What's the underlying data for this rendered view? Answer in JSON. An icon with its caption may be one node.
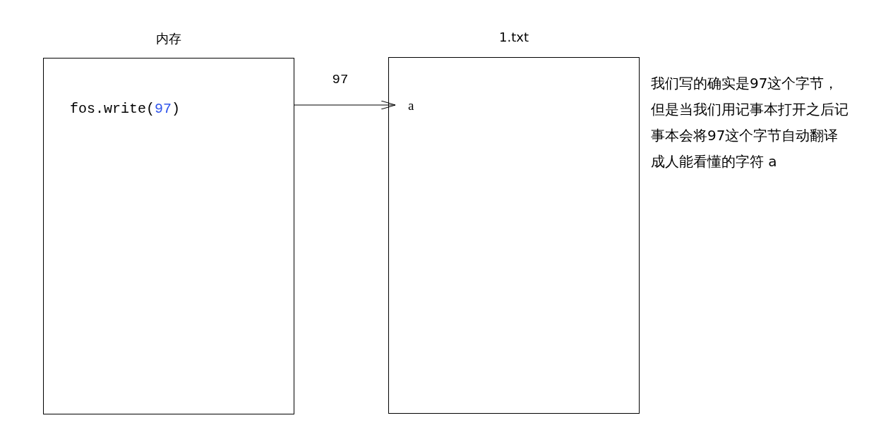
{
  "diagram": {
    "nodes": [
      {
        "text": [
          "内存"
        ]
      },
      {
        "text": [
          "fos.write(97)"
        ],
        "in": 0
      },
      {
        "text": [
          "1.txt"
        ]
      },
      {
        "text": [
          "a"
        ],
        "in": 2
      }
    ],
    "edges": [
      {
        "from": 0,
        "to": 3,
        "arrow": "to",
        "label": "97"
      }
    ],
    "labels": [
      "我们写的确实是97这个字节，但是当我们用记事本打开之后记事本会将97这个字节自动翻译成人能看懂的字符 a"
    ]
  }
}
